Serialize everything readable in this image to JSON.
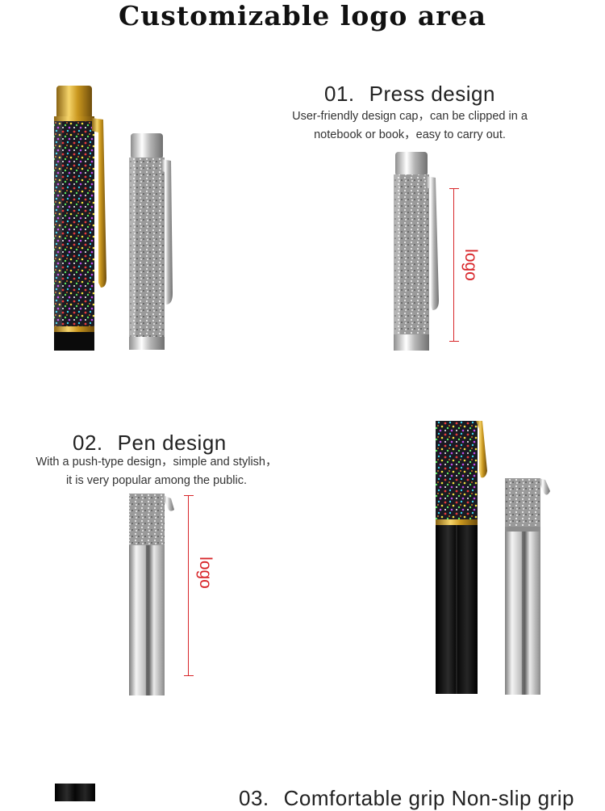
{
  "page": {
    "title": "Customizable logo area"
  },
  "sections": [
    {
      "number": "01.",
      "heading": "Press design",
      "desc_line1": "User-friendly design cap，can be clipped in a",
      "desc_line2": "notebook or book，easy to carry out.",
      "dimension_label": "logo"
    },
    {
      "number": "02.",
      "heading": "Pen design",
      "desc_line1": "With a push-type design，simple and stylish，",
      "desc_line2": "it is very popular among the public.",
      "dimension_label": "logo"
    },
    {
      "number": "03.",
      "heading": "Comfortable grip Non-slip grip"
    }
  ],
  "colors": {
    "accent_red": "#d8262a",
    "gold": "#d4a829",
    "silver": "#c9c9c9",
    "black_barrel": "#0b0b0b"
  }
}
